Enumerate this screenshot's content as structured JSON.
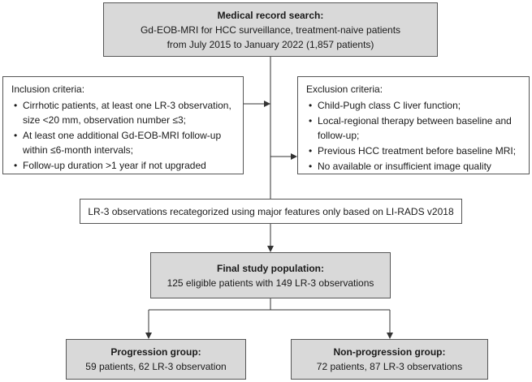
{
  "search": {
    "title": "Medical record search:",
    "lines": [
      "Gd-EOB-MRI for HCC surveillance, treatment-naive patients",
      "from July 2015 to January 2022 (1,857 patients)"
    ]
  },
  "inclusion": {
    "heading": "Inclusion criteria:",
    "items": [
      [
        "Cirrhotic patients, at least one LR-3 observation,",
        "size <20 mm, observation number ≤3;"
      ],
      [
        "At least one additional Gd-EOB-MRI follow-up",
        "within ≤6-month intervals;"
      ],
      [
        "Follow-up duration >1 year if not upgraded"
      ]
    ]
  },
  "exclusion": {
    "heading": "Exclusion criteria:",
    "items": [
      [
        "Child-Pugh class C liver function;"
      ],
      [
        "Local-regional therapy between baseline and",
        "follow-up;"
      ],
      [
        "Previous HCC treatment before baseline MRI;"
      ],
      [
        "No available or insufficient image quality"
      ]
    ]
  },
  "recategorize": {
    "text": "LR-3 observations recategorized using major features only based on LI-RADS v2018"
  },
  "population": {
    "title": "Final study population:",
    "line": "125 eligible patients with 149 LR-3 observations"
  },
  "progression": {
    "title": "Progression group:",
    "line": "59 patients, 62 LR-3 observation"
  },
  "nonprogression": {
    "title": "Non-progression group:",
    "line": "72 patients, 87 LR-3 observations"
  }
}
